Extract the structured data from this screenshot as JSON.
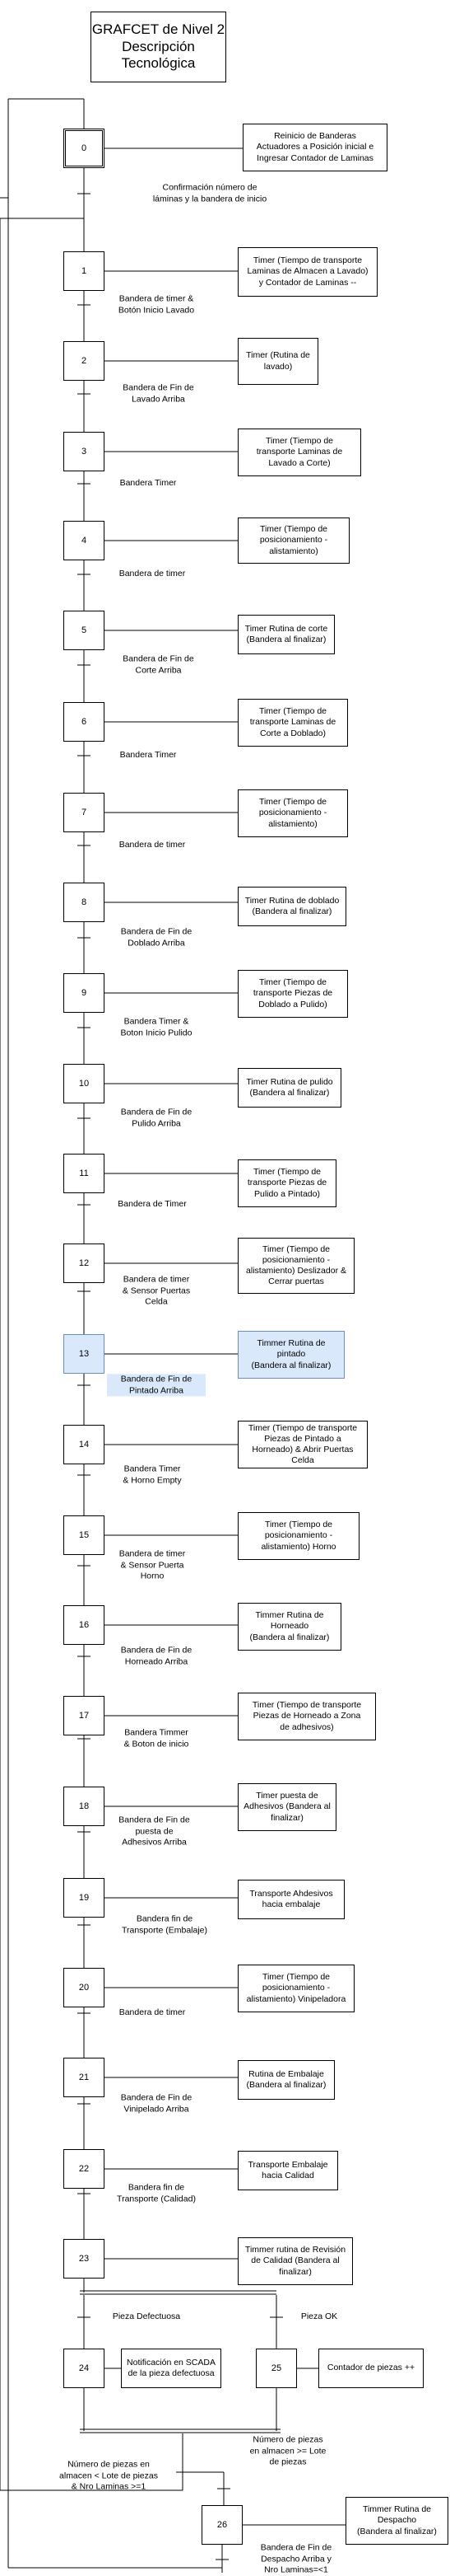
{
  "title": "GRAFCET de Nivel 2\nDescripción\nTecnológica",
  "steps": [
    {
      "num": "0",
      "action": "Reinicio de Banderas\nActuadores a Posición inicial e\nIngresar Contador de Laminas"
    },
    {
      "num": "1",
      "action": "Timer (Tiempo de transporte\nLaminas de Almacen a Lavado)\ny Contador de Laminas --"
    },
    {
      "num": "2",
      "action": "Timer (Rutina de\nlavado)"
    },
    {
      "num": "3",
      "action": "Timer (Tiempo de\ntransporte Laminas de\nLavado a Corte)"
    },
    {
      "num": "4",
      "action": "Timer (Tiempo de\nposicionamiento -\nalistamiento)"
    },
    {
      "num": "5",
      "action": "Timer Rutina de corte\n(Bandera al finalizar)"
    },
    {
      "num": "6",
      "action": "Timer (Tiempo de\ntransporte Laminas de\nCorte a Doblado)"
    },
    {
      "num": "7",
      "action": "Timer (Tiempo de\nposicionamiento -\nalistamiento)"
    },
    {
      "num": "8",
      "action": "Timer Rutina de doblado\n(Bandera al finalizar)"
    },
    {
      "num": "9",
      "action": "Timer (Tiempo de\ntransporte Piezas de\nDoblado a Pulido)"
    },
    {
      "num": "10",
      "action": "Timer Rutina de pulido\n(Bandera al finalizar)"
    },
    {
      "num": "11",
      "action": "Timer (Tiempo de\ntransporte Piezas de\nPulido a Pintado)"
    },
    {
      "num": "12",
      "action": "Timer (Tiempo de\nposicionamiento -\nalistamiento) Deslizador &\nCerrar puertas"
    },
    {
      "num": "13",
      "action": "Timmer Rutina de\npintado\n(Bandera al finalizar)"
    },
    {
      "num": "14",
      "action": "Timer (Tiempo de transporte\nPiezas de Pintado a\nHorneado) & Abrir Puertas\nCelda"
    },
    {
      "num": "15",
      "action": "Timer (Tiempo de\nposicionamiento -\nalistamiento) Horno"
    },
    {
      "num": "16",
      "action": "Timmer Rutina de\nHorneado\n(Bandera al finalizar)"
    },
    {
      "num": "17",
      "action": "Timer (Tiempo de transporte\nPiezas de Horneado a Zona\nde adhesivos)"
    },
    {
      "num": "18",
      "action": "Timer puesta de\nAdhesivos (Bandera al\nfinalizar)"
    },
    {
      "num": "19",
      "action": "Transporte Ahdesivos\nhacia embalaje"
    },
    {
      "num": "20",
      "action": "Timer (Tiempo de\nposicionamiento -\nalistamiento) Vinipeladora"
    },
    {
      "num": "21",
      "action": "Rutina de Embalaje\n(Bandera al finalizar)"
    },
    {
      "num": "22",
      "action": "Transporte Embalaje\nhacia Calidad"
    },
    {
      "num": "23",
      "action": "Timmer rutina de Revisión\nde Calidad (Bandera al\nfinalizar)"
    },
    {
      "num": "24",
      "action": "Notificación en SCADA\nde la pieza defectuosa"
    },
    {
      "num": "25",
      "action": "Contador de piezas ++"
    },
    {
      "num": "26",
      "action": "Timmer Rutina de\nDespacho\n(Bandera al finalizar)"
    }
  ],
  "transitions": [
    "Confirmación número de\nláminas y la bandera de inicio",
    "Bandera de timer &\nBotón Inicio Lavado",
    "Bandera de Fin de\nLavado Arriba",
    "Bandera Timer",
    "Bandera de timer",
    "Bandera de Fin de\nCorte Arriba",
    "Bandera Timer",
    "Bandera de timer",
    "Bandera de Fin de\nDoblado Arriba",
    "Bandera Timer &\nBoton Inicio Pulido",
    "Bandera de Fin de\nPulido Arriba",
    "Bandera de Timer",
    "Bandera de timer\n& Sensor Puertas\nCelda",
    "Bandera de Fin de\nPintado Arriba",
    "Bandera Timer\n& Horno Empty",
    "Bandera de timer\n& Sensor Puerta\nHorno",
    "Bandera de Fin de\nHorneado Arriba",
    "Bandera Timmer\n& Boton de inicio",
    "Bandera de Fin de\npuesta de\nAdhesivos Arriba",
    "Bandera fin de\nTransporte (Embalaje)",
    "Bandera de timer",
    "Bandera de Fin de\nVinipelado Arriba",
    "Bandera fin de\nTransporte (Calidad)",
    "Pieza Defectuosa",
    "Pieza OK",
    "Número de piezas en\nalmacen < Lote de piezas\n& Nro Laminas >=1",
    "Número de piezas\nen almacen >= Lote\nde piezas",
    "Bandera de Fin de\nDespacho Arriba y\nNro Laminas=<1"
  ],
  "colors": {
    "highlight_fill": "#dae8fc",
    "highlight_stroke": "#6c8ebf",
    "line": "#000000"
  }
}
